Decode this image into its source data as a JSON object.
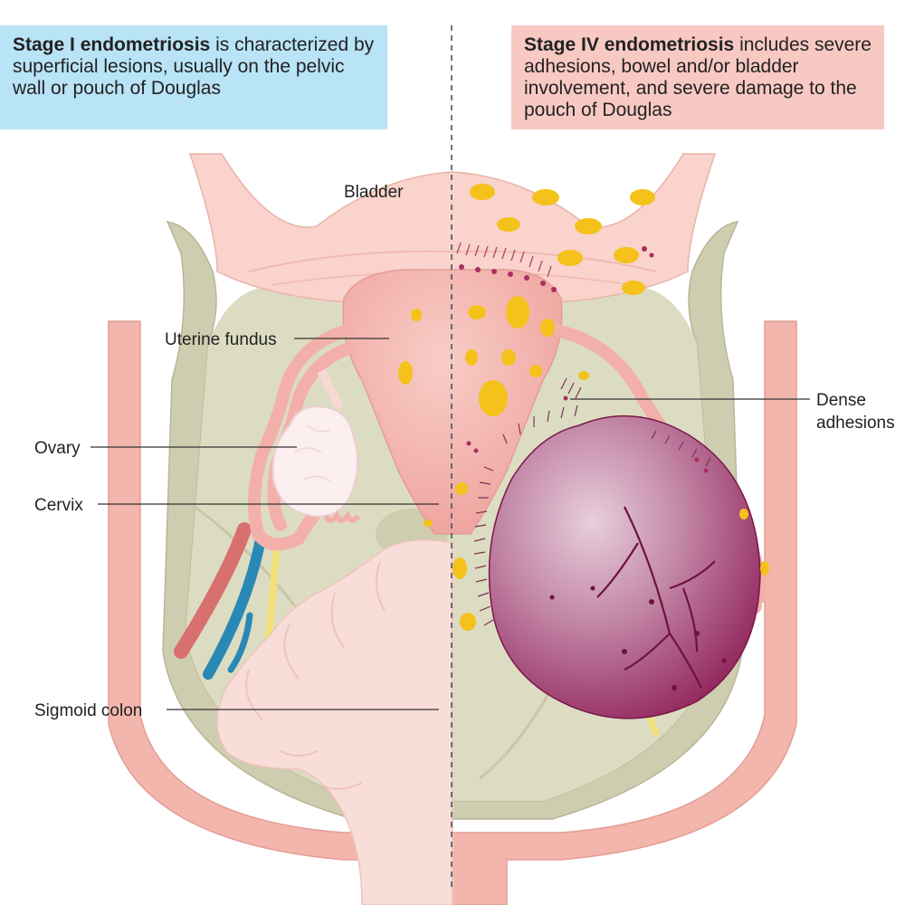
{
  "panels": {
    "stage1": {
      "bold": "Stage I endometriosis",
      "rest": " is characterized by superficial lesions, usually on the pelvic wall or pouch of Douglas"
    },
    "stage4": {
      "bold": "Stage IV endometriosis",
      "rest": " includes severe adhesions, bowel and/or bladder involvement, and severe damage to the pouch of Douglas"
    }
  },
  "labels": {
    "bladder": "Bladder",
    "uterine_fundus": "Uterine fundus",
    "ovary": "Ovary",
    "cervix": "Cervix",
    "sigmoid_colon": "Sigmoid colon",
    "dense_adhesions_line1": "Dense",
    "dense_adhesions_line2": "adhesions"
  },
  "colors": {
    "stage1_panel": "#b9e3f6",
    "stage4_panel": "#f8c9c3",
    "pelvic_wall": "#f2b6ad",
    "peritoneum": "#dcdcc2",
    "bladder": "#f9d3cc",
    "uterus": "#f3b0aa",
    "lesion": "#f4c21a",
    "enlarged_ovary": "#9c2b62",
    "artery": "#d7706f",
    "vein": "#2a88b5",
    "ureter": "#f3e07a"
  }
}
